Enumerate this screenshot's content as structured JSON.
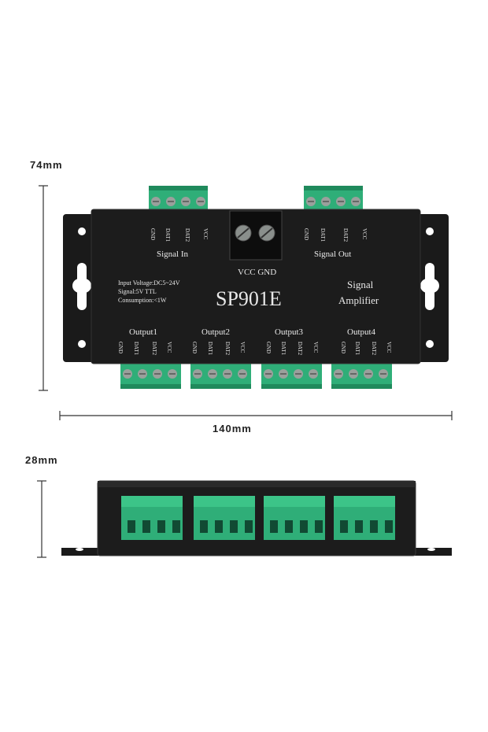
{
  "dimensions": {
    "height_top": "74mm",
    "width": "140mm",
    "height_side": "28mm"
  },
  "device": {
    "model": "SP901E",
    "title_line1": "Signal",
    "title_line2": "Amplifier",
    "power_label": "VCC GND",
    "spec_voltage": "Input Voltage:DC5~24V",
    "spec_signal": "Signal:5V TTL",
    "spec_consumption": "Consumption:<1W",
    "signal_in": {
      "label": "Signal In",
      "pins": [
        "GND",
        "DAT1",
        "DAT2",
        "VCC"
      ]
    },
    "signal_out": {
      "label": "Signal Out",
      "pins": [
        "GND",
        "DAT1",
        "DAT2",
        "VCC"
      ]
    },
    "outputs": [
      {
        "label": "Output1",
        "pins": [
          "GND",
          "DAT1",
          "DAT2",
          "VCC"
        ]
      },
      {
        "label": "Output2",
        "pins": [
          "GND",
          "DAT1",
          "DAT2",
          "VCC"
        ]
      },
      {
        "label": "Output3",
        "pins": [
          "GND",
          "DAT1",
          "DAT2",
          "VCC"
        ]
      },
      {
        "label": "Output4",
        "pins": [
          "GND",
          "DAT1",
          "DAT2",
          "VCC"
        ]
      }
    ]
  },
  "colors": {
    "case": "#1c1c1c",
    "terminal": "#2fae78",
    "terminal_dark": "#1f8a5c",
    "screw": "#9aa09c"
  }
}
